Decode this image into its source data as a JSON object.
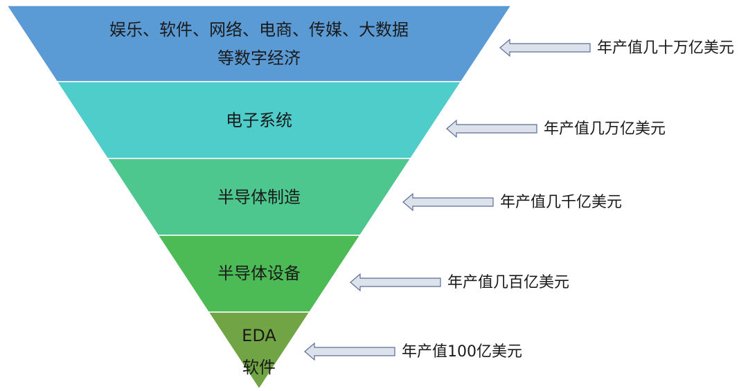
{
  "tiers": [
    {
      "lines": [
        "娱乐、软件、网络、电商、传媒、大数据",
        "等数字经济"
      ],
      "value": "年产值几十万亿美元",
      "color": "#5b9bd5"
    },
    {
      "lines": [
        "电子系统"
      ],
      "value": "年产值几万亿美元",
      "color": "#4ecdcb"
    },
    {
      "lines": [
        "半导体制造"
      ],
      "value": "年产值几千亿美元",
      "color": "#4dc78e"
    },
    {
      "lines": [
        "半导体设备"
      ],
      "value": "年产值几百亿美元",
      "color": "#4dbb55"
    },
    {
      "lines": [
        "EDA",
        "软件"
      ],
      "value": "年产值100亿美元",
      "color": "#70a444"
    }
  ],
  "arrow": {
    "fill": "#dde2ea",
    "stroke": "#5a6d99"
  }
}
